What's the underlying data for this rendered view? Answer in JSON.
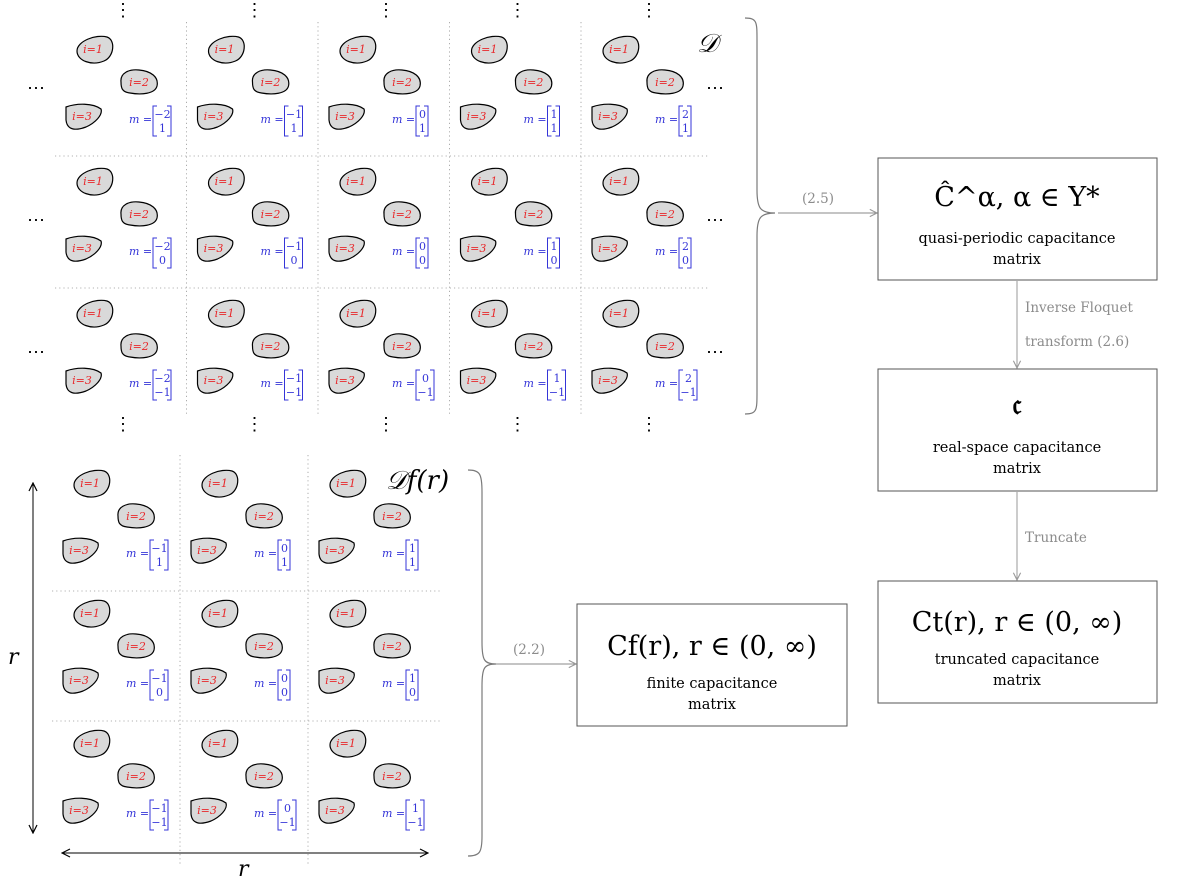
{
  "upper_lattice": {
    "label": "𝒟",
    "ellipsis": "⋯",
    "vdots": "⋮",
    "m_label": "m =",
    "particle_labels": [
      "i=1",
      "i=2",
      "i=3"
    ],
    "rows": [
      [
        [
          "-2",
          "1"
        ],
        [
          "-1",
          "1"
        ],
        [
          "0",
          "1"
        ],
        [
          "1",
          "1"
        ],
        [
          "2",
          "1"
        ]
      ],
      [
        [
          "-2",
          "0"
        ],
        [
          "-1",
          "0"
        ],
        [
          "0",
          "0"
        ],
        [
          "1",
          "0"
        ],
        [
          "2",
          "0"
        ]
      ],
      [
        [
          "-2",
          "-1"
        ],
        [
          "-1",
          "-1"
        ],
        [
          "0",
          "-1"
        ],
        [
          "1",
          "-1"
        ],
        [
          "2",
          "-1"
        ]
      ]
    ]
  },
  "lower_lattice": {
    "label": "𝒟f(r)",
    "m_label": "m =",
    "particle_labels": [
      "i=1",
      "i=2",
      "i=3"
    ],
    "rows": [
      [
        [
          "-1",
          "1"
        ],
        [
          "0",
          "1"
        ],
        [
          "1",
          "1"
        ]
      ],
      [
        [
          "-1",
          "0"
        ],
        [
          "0",
          "0"
        ],
        [
          "1",
          "0"
        ]
      ],
      [
        [
          "-1",
          "-1"
        ],
        [
          "0",
          "-1"
        ],
        [
          "1",
          "-1"
        ]
      ]
    ],
    "vertical_size_label": "r",
    "horizontal_size_label": "r"
  },
  "boxes": {
    "quasi_periodic": {
      "formula": "Ĉ^α, α ∈ Y*",
      "line1": "quasi-periodic capacitance",
      "line2": "matrix"
    },
    "real_space": {
      "formula": "𝔠",
      "line1": "real-space capacitance",
      "line2": "matrix"
    },
    "truncated": {
      "formula": "Ct(r), r ∈ (0, ∞)",
      "line1": "truncated capacitance",
      "line2": "matrix"
    },
    "finite": {
      "formula": "Cf(r), r ∈ (0, ∞)",
      "line1": "finite capacitance",
      "line2": "matrix"
    }
  },
  "arrows": {
    "upper_ref": "(2.5)",
    "lower_ref": "(2.2)",
    "floquet_line1": "Inverse Floquet",
    "floquet_line2": "transform (2.6)",
    "truncate": "Truncate"
  },
  "colors": {
    "particle_fill": "#d9d9d9",
    "index_red": "#e8282b",
    "matrix_blue": "#3535d8",
    "annotation_gray": "#8c8c8c"
  }
}
